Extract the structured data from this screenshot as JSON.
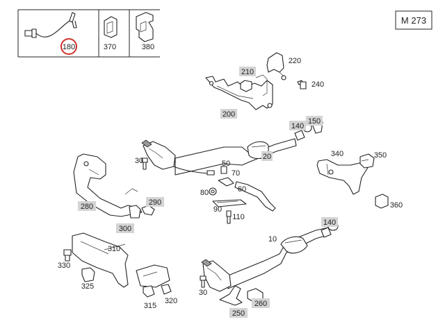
{
  "model_code": "M 273",
  "toolbar_parts": [
    {
      "label": "180",
      "selected": true
    },
    {
      "label": "370",
      "selected": false
    },
    {
      "label": "380",
      "selected": false
    }
  ],
  "callouts": {
    "c210": "210",
    "c220": "220",
    "c240": "240",
    "c200": "200",
    "c140a": "140",
    "c150": "150",
    "c20": "20",
    "c30a": "30",
    "c50": "50",
    "c70": "70",
    "c80": "80",
    "c60": "60",
    "c90": "90",
    "c110": "110",
    "c340": "340",
    "c350": "350",
    "c360": "360",
    "c280": "280",
    "c290": "290",
    "c300": "300",
    "c310": "310",
    "c330": "330",
    "c325": "325",
    "c315": "315",
    "c320": "320",
    "c10": "10",
    "c140b": "140",
    "c30b": "30",
    "c250": "250",
    "c260": "260"
  },
  "colors": {
    "highlight_circle": "#d0302a",
    "label_box": "#d4d4d4"
  }
}
